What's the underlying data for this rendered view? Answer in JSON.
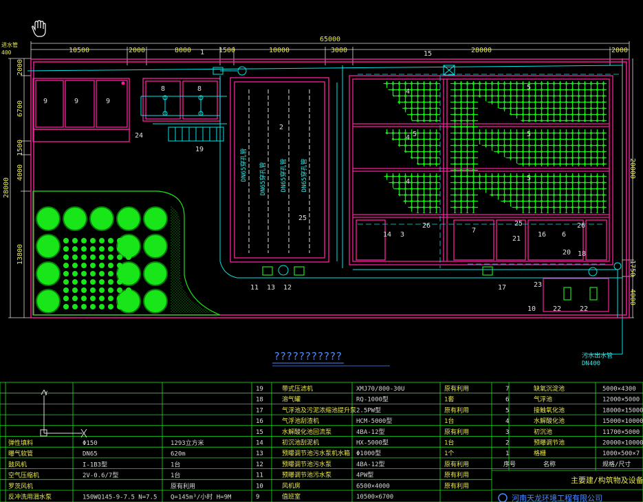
{
  "drawing": {
    "overall_dim": "65000",
    "top_dims": [
      "10500",
      "2000",
      "8000",
      "1500",
      "10000",
      "3000",
      "28000",
      "2000"
    ],
    "left_dims": [
      "2000",
      "6700",
      "1500",
      "4000",
      "13800"
    ],
    "left_total": "28000",
    "right_dims": [
      "20000",
      "1750",
      "4000"
    ],
    "top_left_note": "进水管",
    "top_left_num": "400",
    "title_placeholder": "???????????",
    "pipes": [
      "DN65穿孔管",
      "DN65穿孔管",
      "DN65穿孔管",
      "DN65穿孔管"
    ],
    "outlet_label": "污水出水管",
    "outlet_dn": "DN400",
    "markers": [
      "1",
      "2",
      "3",
      "4",
      "4",
      "4",
      "5",
      "5",
      "5",
      "5",
      "6",
      "7",
      "8",
      "8",
      "9",
      "9",
      "9",
      "10",
      "11",
      "12",
      "13",
      "14",
      "15",
      "16",
      "17",
      "18",
      "19",
      "20",
      "21",
      "22",
      "22",
      "23",
      "24",
      "25",
      "25",
      "26",
      "26"
    ]
  },
  "equipment_table": {
    "rows_mid": [
      {
        "no": "19",
        "name": "带式压滤机",
        "model": "XMJ70/800-30U",
        "qty": "原有利用"
      },
      {
        "no": "18",
        "name": "溶气罐",
        "model": "RQ-1000型",
        "qty": "1套"
      },
      {
        "no": "17",
        "name": "气浮池及污泥浓缩池提升泵",
        "model": "2.5PW型",
        "qty": "原有利用"
      },
      {
        "no": "16",
        "name": "气浮池刮渣机",
        "model": "HCM-5000型",
        "qty": "1台"
      },
      {
        "no": "15",
        "name": "水解酸化池回流泵",
        "model": "4BA-12型",
        "qty": "原有利用"
      },
      {
        "no": "14",
        "name": "初沉池刮泥机",
        "model": "HX-5000型",
        "qty": "1台"
      },
      {
        "no": "13",
        "name": "预曝调节池污水泵机水箱",
        "model": "Φ1000型",
        "qty": "1个"
      },
      {
        "no": "12",
        "name": "预曝调节池污水泵",
        "model": "4BA-12型",
        "qty": "原有利用"
      },
      {
        "no": "11",
        "name": "预曝调节池污水泵",
        "model": "4PW型",
        "qty": "原有利用"
      },
      {
        "no": "10",
        "name": "风机房",
        "model": "6500×4000",
        "qty": "原有利用"
      },
      {
        "no": "9",
        "name": "值班室",
        "model": "10500×6700",
        "qty": ""
      }
    ],
    "rows_left": [
      {
        "name": "弹性填料",
        "spec": "Φ150",
        "amount": "1293立方米"
      },
      {
        "name": "曝气软管",
        "spec": "DN65",
        "amount": "620m"
      },
      {
        "name": "鼓风机",
        "spec": "I-1B3型",
        "amount": "1台"
      },
      {
        "name": "空气压缩机",
        "spec": "2V-0.6/7型",
        "amount": "1台"
      },
      {
        "name": "罗茨风机",
        "spec": "",
        "amount": "原有利用"
      },
      {
        "name": "反冲洗用潜水泵",
        "spec": "150WQ145-9-7.5  N=7.5",
        "amount": "Q=145m³/小时  H=9M"
      }
    ],
    "rows_right": [
      {
        "no": "7",
        "name": "缺氧沉淀池",
        "size": "5000×4300"
      },
      {
        "no": "6",
        "name": "气浮池",
        "size": "12000×5000"
      },
      {
        "no": "5",
        "name": "接触氧化池",
        "size": "18000×15000"
      },
      {
        "no": "4",
        "name": "水解酸化池",
        "size": "15000×10000"
      },
      {
        "no": "3",
        "name": "初沉池",
        "size": "11700×5000"
      },
      {
        "no": "2",
        "name": "预曝调节池",
        "size": "20000×10000"
      },
      {
        "no": "1",
        "name": "格栅",
        "size": "1000×500×7"
      }
    ],
    "header_right": {
      "no": "序号",
      "name": "名称",
      "size": "规格/尺寸"
    },
    "title_block": "主要建/构筑物及设备列",
    "company": "河南天龙环境工程有限公司",
    "axis_y": "Y"
  },
  "colors": {
    "bg": "#000000",
    "magenta": "#ff1e9e",
    "cyan": "#00e8e8",
    "yellow": "#e8e850",
    "green": "#19e619"
  }
}
